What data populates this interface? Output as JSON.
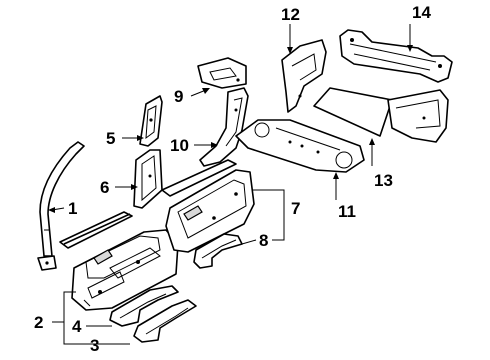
{
  "callouts": [
    {
      "id": "1",
      "label": "1"
    },
    {
      "id": "2",
      "label": "2"
    },
    {
      "id": "3",
      "label": "3"
    },
    {
      "id": "4",
      "label": "4"
    },
    {
      "id": "5",
      "label": "5"
    },
    {
      "id": "6",
      "label": "6"
    },
    {
      "id": "7",
      "label": "7"
    },
    {
      "id": "8",
      "label": "8"
    },
    {
      "id": "9",
      "label": "9"
    },
    {
      "id": "10",
      "label": "10"
    },
    {
      "id": "11",
      "label": "11"
    },
    {
      "id": "12",
      "label": "12"
    },
    {
      "id": "13",
      "label": "13"
    },
    {
      "id": "14",
      "label": "14"
    }
  ],
  "colors": {
    "ink": "#000000",
    "background": "#ffffff",
    "shade": "#d9d9d9"
  }
}
